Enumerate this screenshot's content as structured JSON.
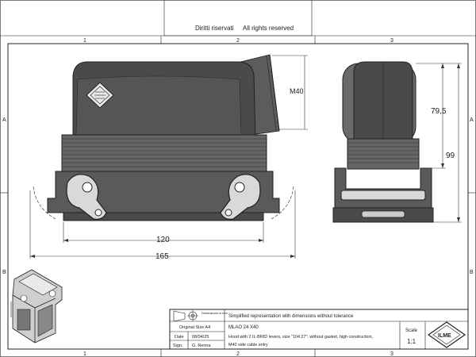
{
  "header": {
    "left_text": "Diritti riservati",
    "right_text": "All rights reserved"
  },
  "zones": {
    "columns": [
      "1",
      "2",
      "3"
    ],
    "rows": [
      "A",
      "B"
    ]
  },
  "dimensions": {
    "thread": "M40",
    "height_upper": "79,5",
    "height_total": "99",
    "width_inner": "120",
    "width_total": "165"
  },
  "title_block": {
    "dimensions_label": "Dimensions in mm",
    "note": "Simplified representation with dimensions without tolerance",
    "original_size": "Original Size A4",
    "date_label": "Date",
    "date_value": "08/04/25",
    "sign_label": "Sign.",
    "sign_value": "G. Renna",
    "part_code": "MLAO 24 X40",
    "description_line1": "Hood with 2 IL-BRID levers, size \"104.27\", without gasket, high construction,",
    "description_line2": "M40 side cable entry",
    "scale_label": "Scale",
    "scale_value": "1:1",
    "logo_text": "ILME"
  },
  "colors": {
    "line": "#222222",
    "body": "#4a4a4a",
    "lever": "#d9d9d9"
  }
}
